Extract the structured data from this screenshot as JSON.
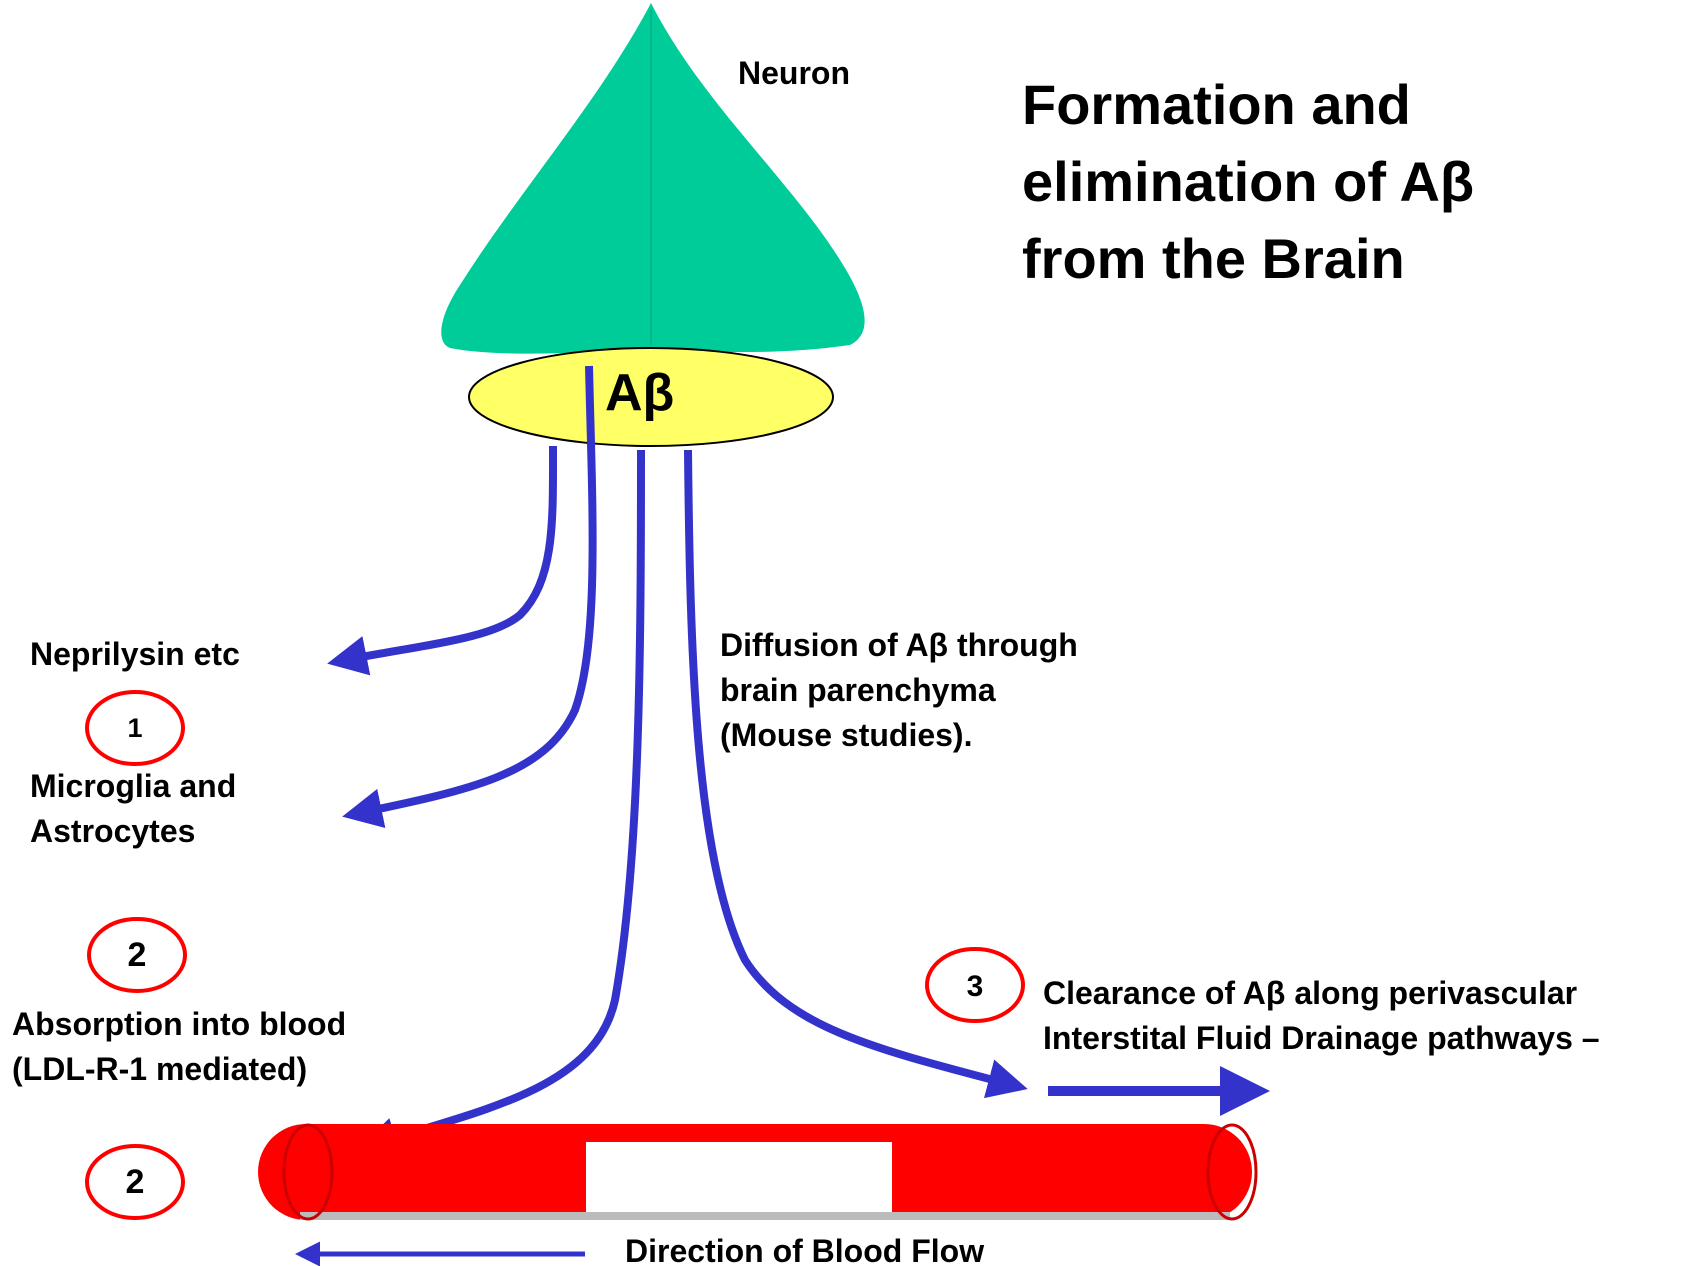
{
  "title": [
    "Formation and",
    "elimination of Aβ",
    "from the Brain"
  ],
  "neuron_label": "Neuron",
  "abeta_label": "Aβ",
  "pathways": {
    "neprilysin": "Neprilysin etc",
    "microglia": [
      "Microglia  and",
      "Astrocytes"
    ],
    "diffusion": [
      "Diffusion of Aβ through",
      "brain parenchyma",
      "(Mouse studies)."
    ],
    "absorption": [
      "Absorption into blood",
      "(LDL-R-1 mediated)"
    ],
    "clearance": [
      "Clearance of Aβ along perivascular",
      "Interstital Fluid Drainage pathways –"
    ]
  },
  "markers": {
    "m1": "1",
    "m2a": "2",
    "m2b": "2",
    "m3": "3"
  },
  "blood_flow_label": "Direction of Blood Flow",
  "colors": {
    "neuron": "#00cc99",
    "abeta_ellipse": "#ffff66",
    "arrow": "#3333cc",
    "vessel": "#ff0000",
    "marker_ring": "#ff0000"
  }
}
